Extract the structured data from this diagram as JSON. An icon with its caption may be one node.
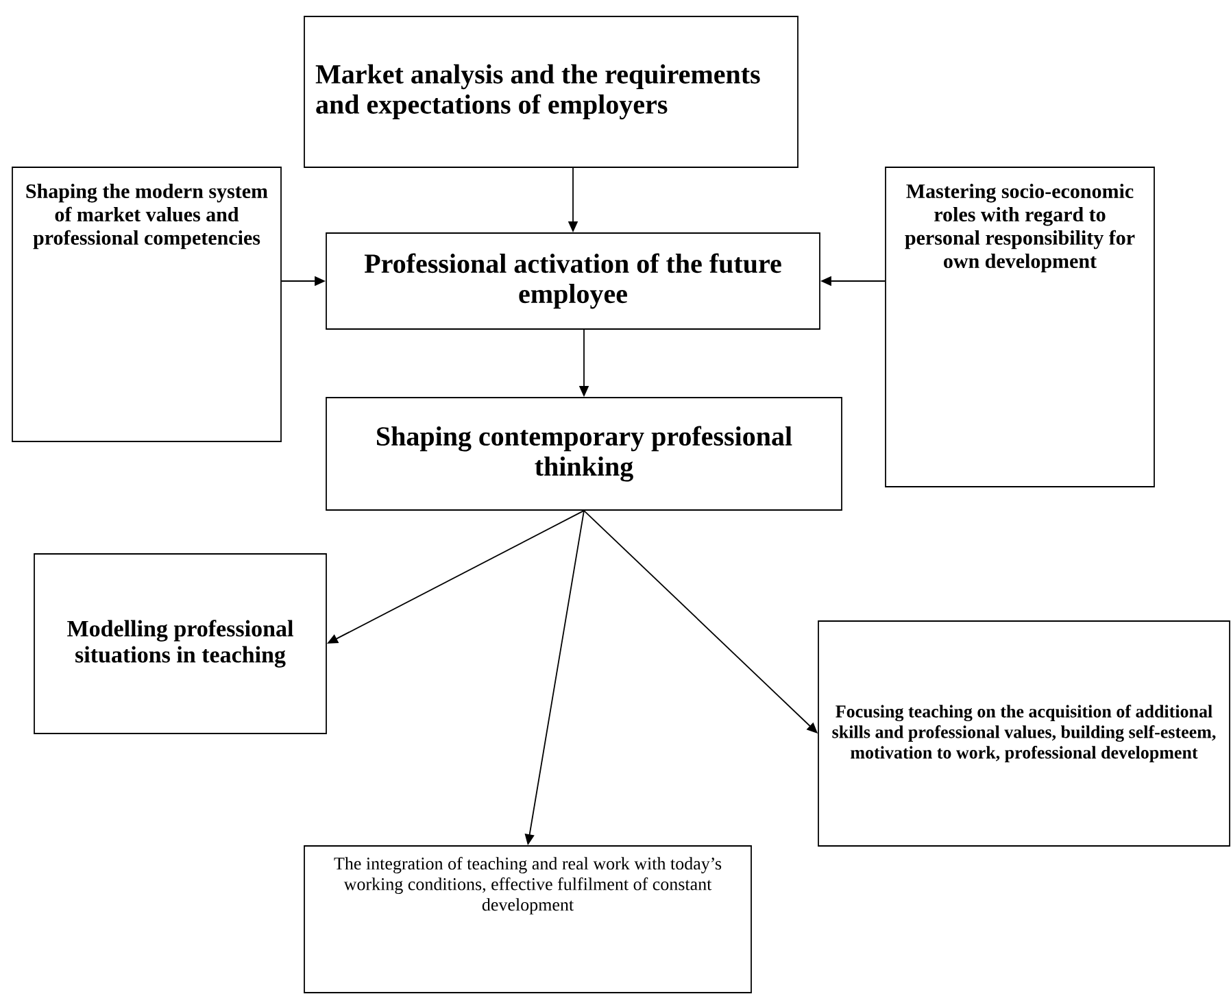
{
  "diagram": {
    "nodes": [
      {
        "text": [
          "Market analysis and the requirements and expectations of employers"
        ]
      },
      {
        "text": [
          "Shaping the modern system of market values and professional competencies"
        ]
      },
      {
        "text": [
          "Professional activation of the future employee"
        ]
      },
      {
        "text": [
          "Mastering socio-economic roles with regard to personal responsibility for own development"
        ]
      },
      {
        "text": [
          "Shaping contemporary professional thinking"
        ]
      },
      {
        "text": [
          "Modelling professional situations in teaching"
        ]
      },
      {
        "text": [
          "Focusing teaching on the acquisition of additional skills and professional values, building self-esteem, motivation to work, professional development"
        ]
      },
      {
        "text": [
          "The integration of teaching and real work with today’s working conditions, effective fulfilment of constant development"
        ]
      }
    ],
    "edges": [
      {
        "from": 0,
        "to": 2,
        "arrow": "to"
      },
      {
        "from": 1,
        "to": 2,
        "arrow": "to"
      },
      {
        "from": 3,
        "to": 2,
        "arrow": "to"
      },
      {
        "from": 2,
        "to": 4,
        "arrow": "to"
      },
      {
        "from": 4,
        "to": 5,
        "arrow": "to"
      },
      {
        "from": 4,
        "to": 7,
        "arrow": "to"
      },
      {
        "from": 4,
        "to": 6,
        "arrow": "to"
      }
    ]
  }
}
